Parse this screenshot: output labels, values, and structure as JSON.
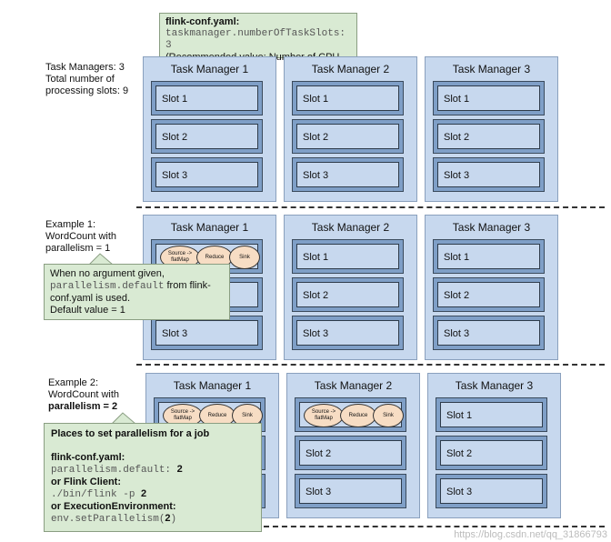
{
  "config_note": {
    "title": "flink-conf.yaml:",
    "code": "taskmanager.numberOfTaskSlots: 3",
    "recommend": "(Recommended value: Number of CPU cores)"
  },
  "section1": {
    "label_line1": "Task Managers: 3",
    "label_line2": "Total number of",
    "label_line3": "processing slots: 9"
  },
  "section2": {
    "label_line1": "Example 1:",
    "label_line2": "WordCount with",
    "label_line3": "parallelism = 1",
    "note_line1": "When no argument given,",
    "note_code": "parallelism.default",
    "note_line2_rest": " from flink-",
    "note_line3": "conf.yaml is used.",
    "note_line4": "Default value = 1"
  },
  "section3": {
    "label_line1": "Example 2:",
    "label_line2": "WordCount with",
    "label_bold": "parallelism = 2",
    "note_title": "Places to set parallelism for a job",
    "note_conf": "flink-conf.yaml:",
    "note_conf_code": "parallelism.default: ",
    "note_conf_val": "2",
    "note_client": "or Flink Client:",
    "note_client_code": "./bin/flink -p ",
    "note_client_val": "2",
    "note_env": "or ExecutionEnvironment:",
    "note_env_code": "env.setParallelism(",
    "note_env_val": "2",
    "note_env_close": ")"
  },
  "task_managers": [
    "Task Manager 1",
    "Task Manager 2",
    "Task Manager 3"
  ],
  "slots": [
    "Slot 1",
    "Slot 2",
    "Slot 3"
  ],
  "operators": {
    "source": "Source -> flatMap",
    "reduce": "Reduce",
    "sink": "Sink"
  },
  "watermark": "https://blog.csdn.net/qq_31866793"
}
